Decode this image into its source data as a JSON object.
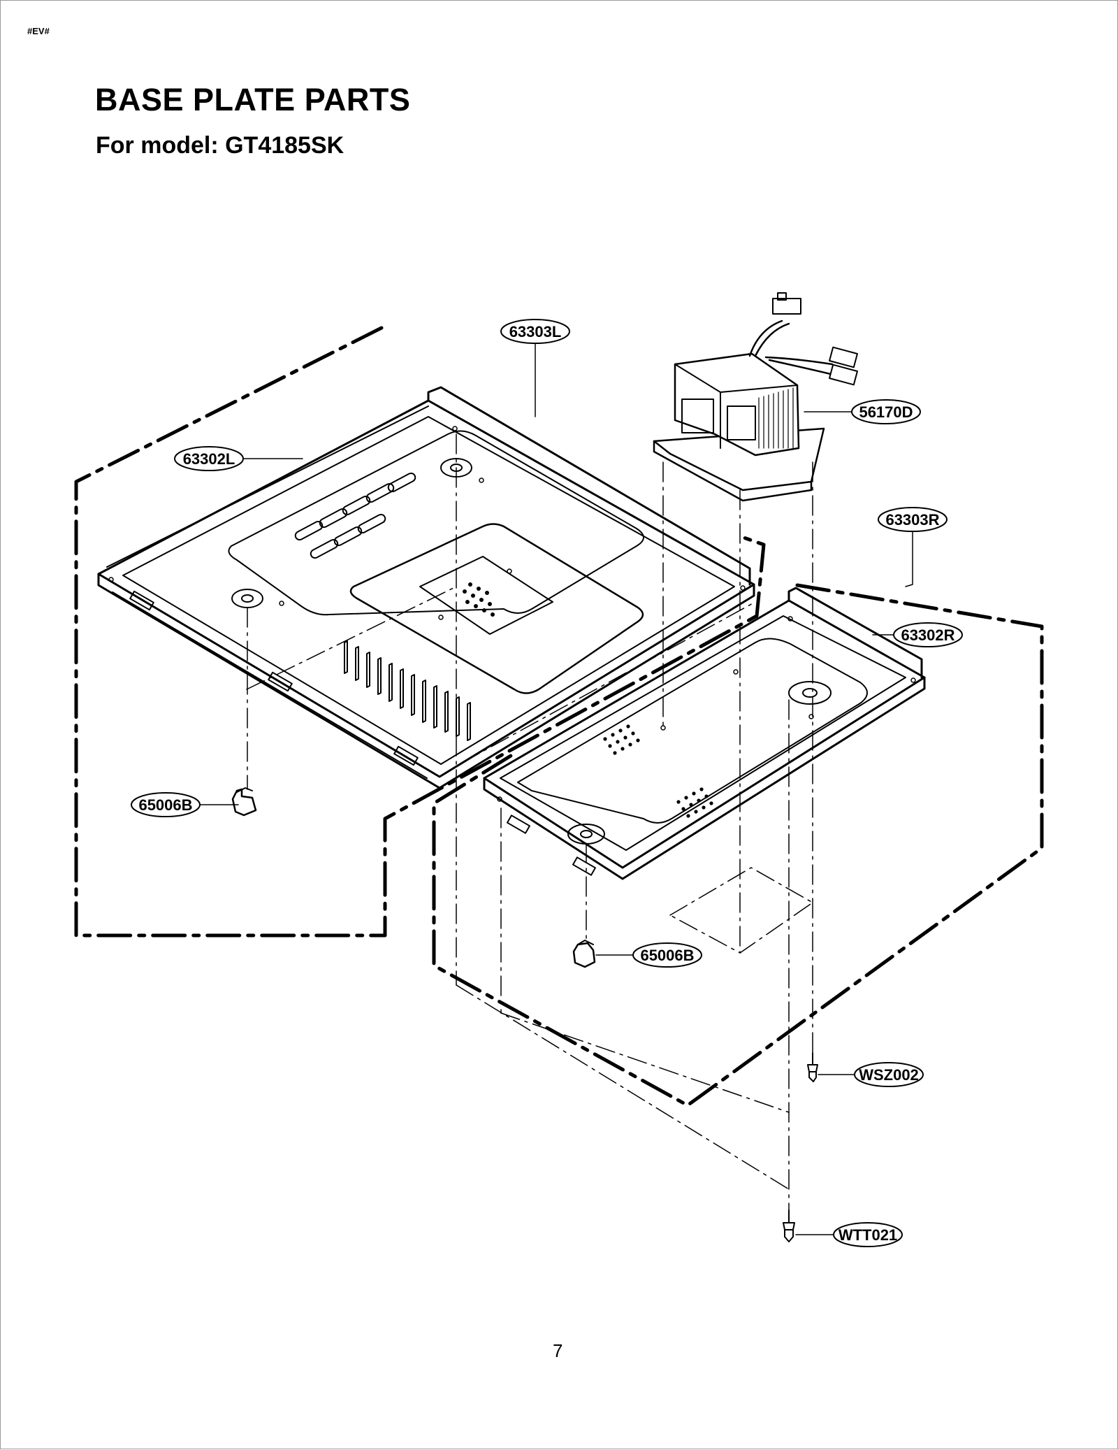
{
  "header": {
    "doc_code": "#EV#",
    "title": "BASE PLATE PARTS",
    "subtitle": "For model: GT4185SK"
  },
  "callouts": {
    "c63303L": "63303L",
    "c63302L": "63302L",
    "c56170D": "56170D",
    "c63303R": "63303R",
    "c63302R": "63302R",
    "c65006B_left": "65006B",
    "c65006B_right": "65006B",
    "cWSZ002": "WSZ002",
    "cWTT021": "WTT021"
  },
  "footer": {
    "page_number": "7"
  }
}
